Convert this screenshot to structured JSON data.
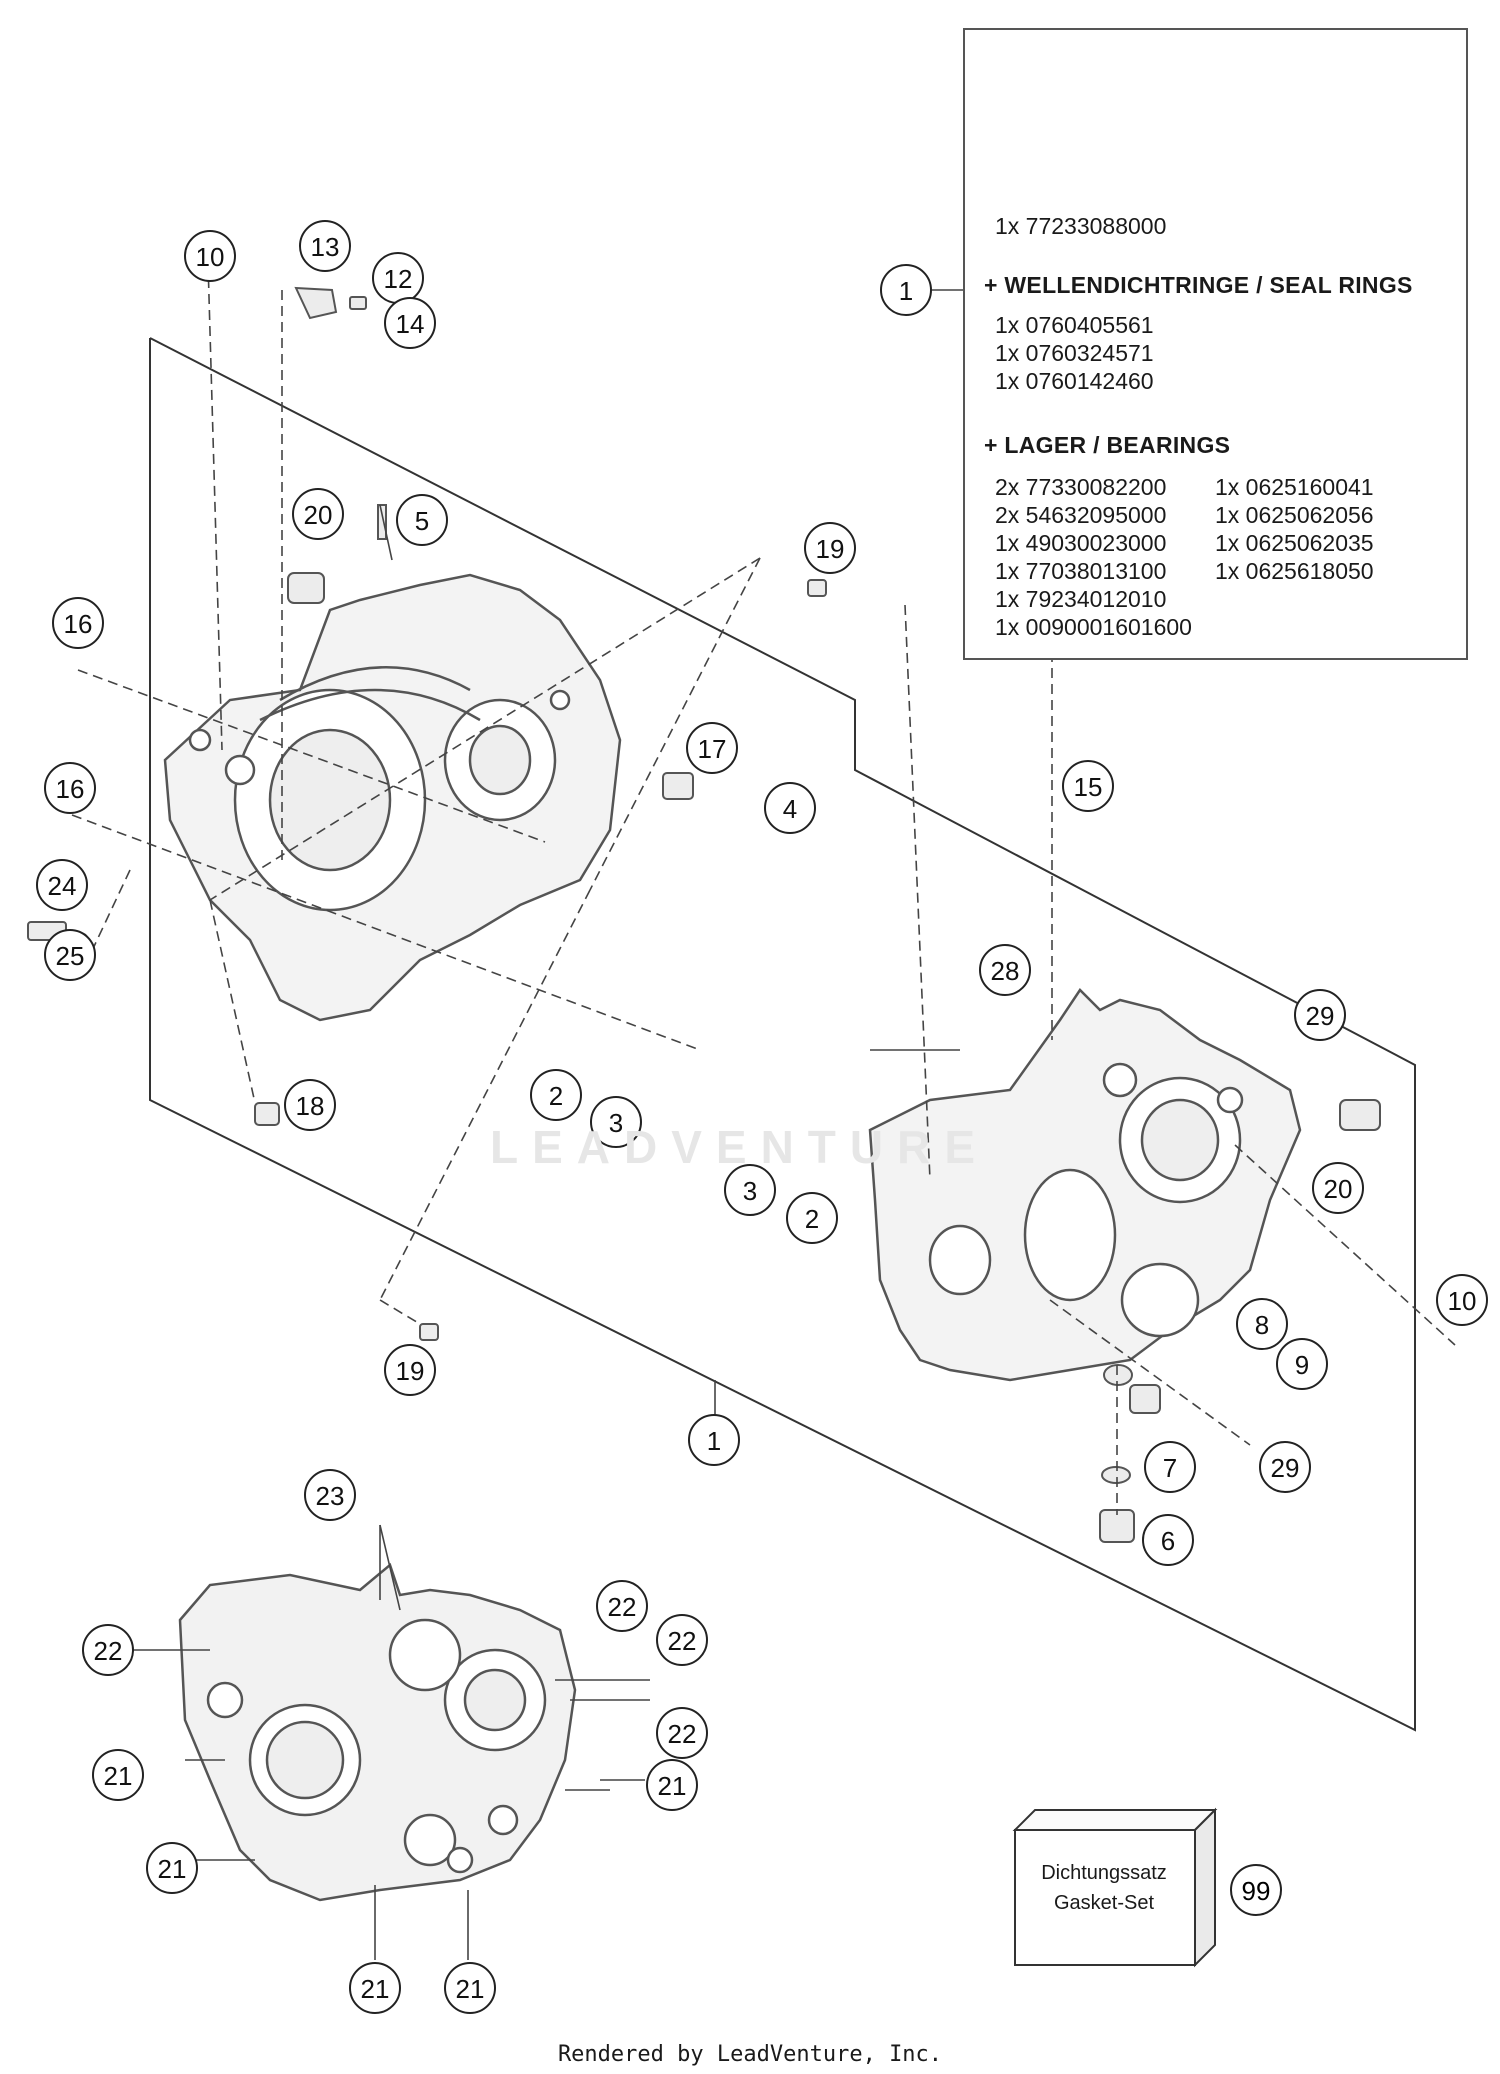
{
  "kit_callouts_row1": [
    "2",
    "3",
    "4",
    "5",
    "6",
    "7",
    "8",
    "9"
  ],
  "kit_callouts_row2": [
    "17",
    "18",
    "20",
    "28",
    "29"
  ],
  "kit_part_number": "1x 77233088000",
  "seal_rings_heading": "+ WELLENDICHTRINGE / SEAL RINGS",
  "seal_rings": [
    "1x 0760405561",
    "1x 0760324571",
    "1x 0760142460"
  ],
  "bearings_heading": "+ LAGER / BEARINGS",
  "bearings_col1": [
    "2x 77330082200",
    "2x 54632095000",
    "1x 49030023000",
    "1x 77038013100",
    "1x 79234012010",
    "1x 0090001601600"
  ],
  "bearings_col2": [
    "1x 0625160041",
    "1x 0625062056",
    "1x 0625062035",
    "1x 0625618050"
  ],
  "gasket_label_line1": "Dichtungssatz",
  "gasket_label_line2": "Gasket-Set",
  "gasket_callout": "99",
  "watermark": "LEADVENTURE",
  "footer": "Rendered by LeadVenture, Inc.",
  "callouts": [
    {
      "id": "kit",
      "label": "1"
    },
    {
      "id": "c10a",
      "label": "10"
    },
    {
      "id": "c13",
      "label": "13"
    },
    {
      "id": "c12",
      "label": "12"
    },
    {
      "id": "c14",
      "label": "14"
    },
    {
      "id": "c20a",
      "label": "20"
    },
    {
      "id": "c5",
      "label": "5"
    },
    {
      "id": "c19a",
      "label": "19"
    },
    {
      "id": "c16a",
      "label": "16"
    },
    {
      "id": "c17",
      "label": "17"
    },
    {
      "id": "c16b",
      "label": "16"
    },
    {
      "id": "c4",
      "label": "4"
    },
    {
      "id": "c15",
      "label": "15"
    },
    {
      "id": "c24",
      "label": "24"
    },
    {
      "id": "c25",
      "label": "25"
    },
    {
      "id": "c28",
      "label": "28"
    },
    {
      "id": "c29a",
      "label": "29"
    },
    {
      "id": "c18",
      "label": "18"
    },
    {
      "id": "c2a",
      "label": "2"
    },
    {
      "id": "c3a",
      "label": "3"
    },
    {
      "id": "c3b",
      "label": "3"
    },
    {
      "id": "c20b",
      "label": "20"
    },
    {
      "id": "c2b",
      "label": "2"
    },
    {
      "id": "c10b",
      "label": "10"
    },
    {
      "id": "c8",
      "label": "8"
    },
    {
      "id": "c9",
      "label": "9"
    },
    {
      "id": "c19b",
      "label": "19"
    },
    {
      "id": "c1",
      "label": "1"
    },
    {
      "id": "c7",
      "label": "7"
    },
    {
      "id": "c29b",
      "label": "29"
    },
    {
      "id": "c6",
      "label": "6"
    },
    {
      "id": "c23",
      "label": "23"
    },
    {
      "id": "c22a",
      "label": "22"
    },
    {
      "id": "c22b",
      "label": "22"
    },
    {
      "id": "c22c",
      "label": "22"
    },
    {
      "id": "c21a",
      "label": "21"
    },
    {
      "id": "c22d",
      "label": "22"
    },
    {
      "id": "c21b",
      "label": "21"
    },
    {
      "id": "c21c",
      "label": "21"
    },
    {
      "id": "c21d",
      "label": "21"
    },
    {
      "id": "c21e",
      "label": "21"
    }
  ]
}
